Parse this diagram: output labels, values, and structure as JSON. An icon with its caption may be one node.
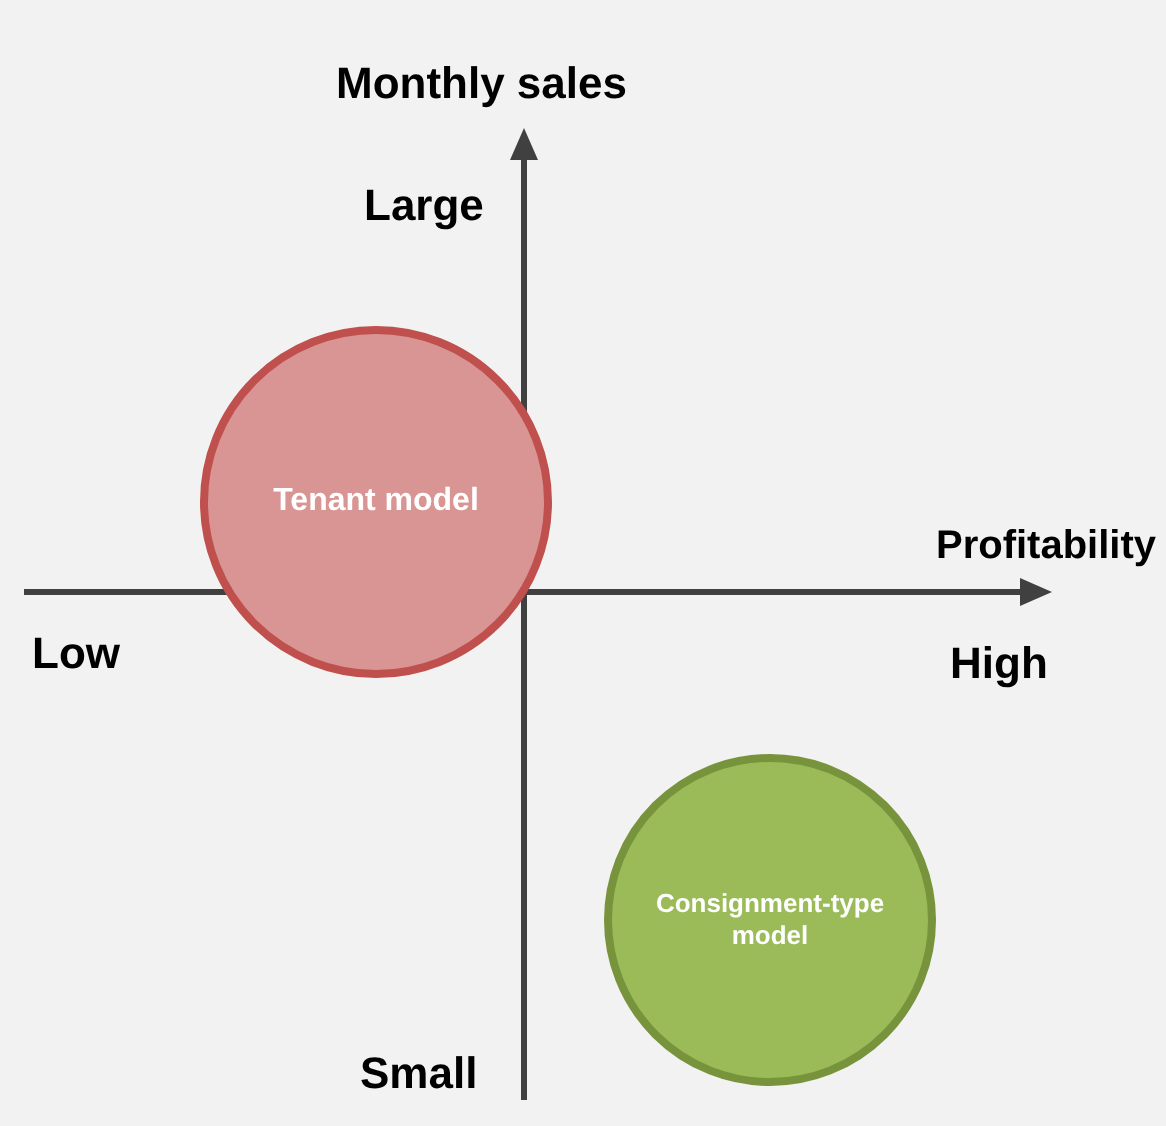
{
  "diagram": {
    "nodes": [
      {
        "text": [
          "Tenant model"
        ]
      },
      {
        "text": [
          "Consignment-type model"
        ]
      }
    ],
    "edges": [],
    "labels": [
      "Monthly sales",
      "Large",
      "Profitability",
      "Low",
      "High",
      "Small"
    ]
  }
}
